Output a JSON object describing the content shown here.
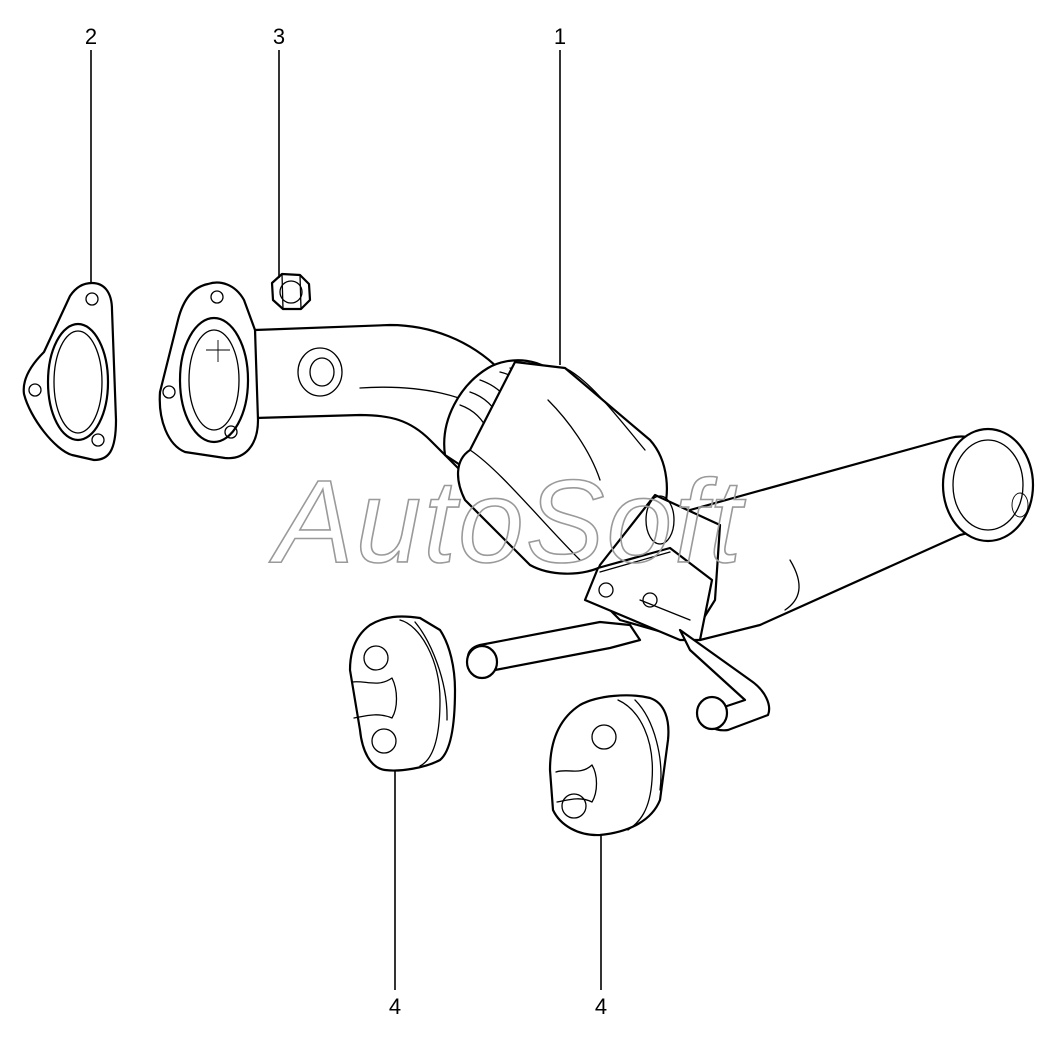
{
  "callouts": [
    {
      "id": "1",
      "label": "1"
    },
    {
      "id": "2",
      "label": "2"
    },
    {
      "id": "3",
      "label": "3"
    },
    {
      "id": "4a",
      "label": "4"
    },
    {
      "id": "4b",
      "label": "4"
    }
  ],
  "watermark": "AutoSoft"
}
